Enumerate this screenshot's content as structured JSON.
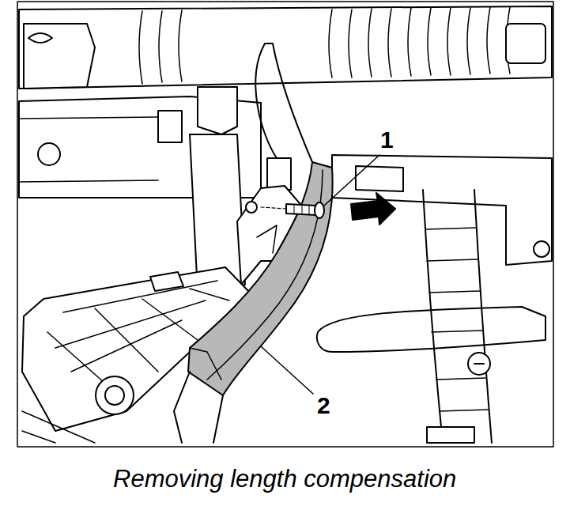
{
  "diagram": {
    "caption": "Removing length compensation",
    "labels": [
      "1",
      "2"
    ]
  }
}
